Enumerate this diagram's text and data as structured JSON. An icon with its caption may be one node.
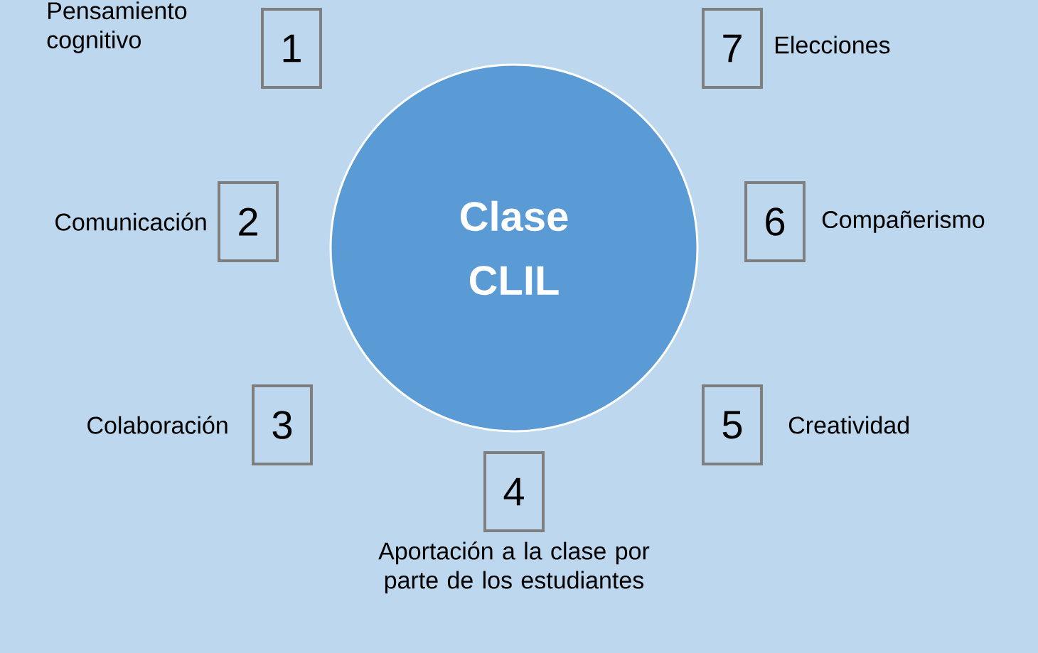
{
  "diagram": {
    "nodes": [
      {
        "text": [
          "Clase CLIL"
        ]
      },
      {
        "text": [
          "1"
        ],
        "beside": [
          "Pensamiento cognitivo"
        ]
      },
      {
        "text": [
          "2"
        ],
        "beside": [
          "Comunicación"
        ]
      },
      {
        "text": [
          "3"
        ],
        "beside": [
          "Colaboración"
        ]
      },
      {
        "text": [
          "4"
        ],
        "beside": [
          "Aportación a la clase por parte de los estudiantes"
        ]
      },
      {
        "text": [
          "5"
        ],
        "beside": [
          "Creatividad"
        ]
      },
      {
        "text": [
          "6"
        ],
        "beside": [
          "Compañerismo"
        ]
      },
      {
        "text": [
          "7"
        ],
        "beside": [
          "Elecciones"
        ]
      }
    ]
  }
}
